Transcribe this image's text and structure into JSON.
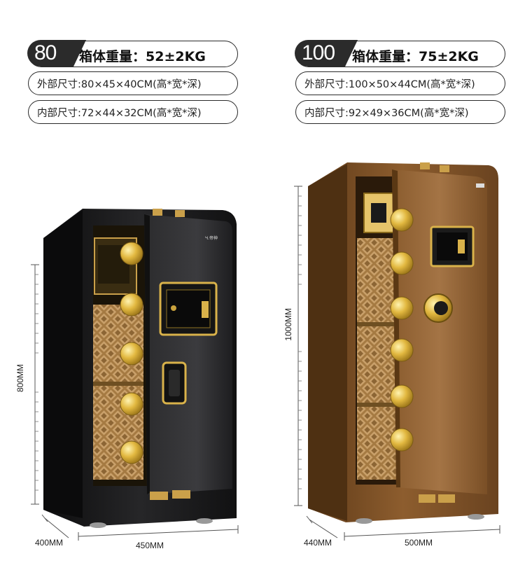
{
  "left": {
    "model": "80",
    "weight_label": "箱体重量：52±2KG",
    "outer_size": "外部尺寸:80×45×40CM(高*宽*深)",
    "inner_size": "内部尺寸:72×44×32CM(高*宽*深)",
    "height_label": "800MM",
    "depth_label": "400MM",
    "width_label": "450MM",
    "panel_logo": "Ч.帝神"
  },
  "right": {
    "model": "100",
    "weight_label": "箱体重量：75±2KG",
    "outer_size": "外部尺寸:100×50×44CM(高*宽*深)",
    "inner_size": "内部尺寸:92×49×36CM(高*宽*深)",
    "height_label": "1000MM",
    "depth_label": "440MM",
    "width_label": "500MM"
  },
  "colors": {
    "black_safe": "#1c1c1e",
    "bronze_safe": "#8a5a2b",
    "gold": "#d9b24a",
    "interior_pattern": "#b88f55"
  }
}
